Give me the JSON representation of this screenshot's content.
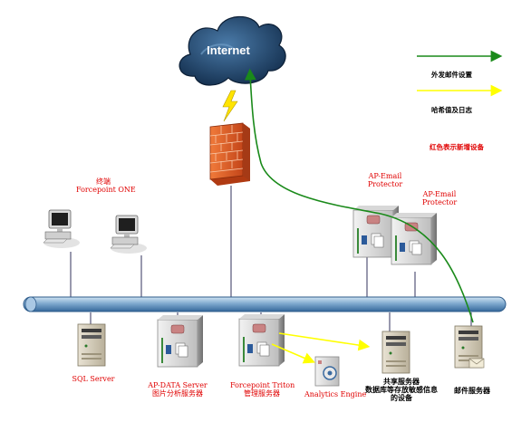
{
  "cloud": {
    "label": "Internet"
  },
  "legend": {
    "green_label": "外发邮件设置",
    "yellow_label": "哈希值及日志",
    "red_label": "红色表示新增设备",
    "green_color": "#1a8a1a",
    "yellow_color": "#ffff00",
    "red_color": "#e00000"
  },
  "endpoints": {
    "label_line1": "终端",
    "label_line2": "Forcepoint ONE"
  },
  "email_protectors": [
    {
      "line1": "AP-Email",
      "line2": "Protector"
    },
    {
      "line1": "AP-Email",
      "line2": "Protector"
    }
  ],
  "servers": {
    "sql": {
      "line1": "SQL Server"
    },
    "ap_data": {
      "line1": "AP-DATA Server",
      "line2": "图片分析服务器"
    },
    "triton": {
      "line1": "Forcepoint Triton",
      "line2": "管理服务器"
    },
    "analytics": {
      "line1": "Analytics Engine"
    },
    "share": {
      "line1": "共享服务器",
      "line2": "数据库等存放敏感信息",
      "line3": "的设备"
    },
    "mail": {
      "line1": "邮件服务器"
    }
  },
  "icons": {
    "cloud": "cloud-icon",
    "firewall": "firewall-icon",
    "lightning": "lightning-icon",
    "pc": "desktop-pc-icon",
    "server": "server-tower-icon",
    "appliance": "appliance-server-icon",
    "gear": "gear-icon"
  }
}
